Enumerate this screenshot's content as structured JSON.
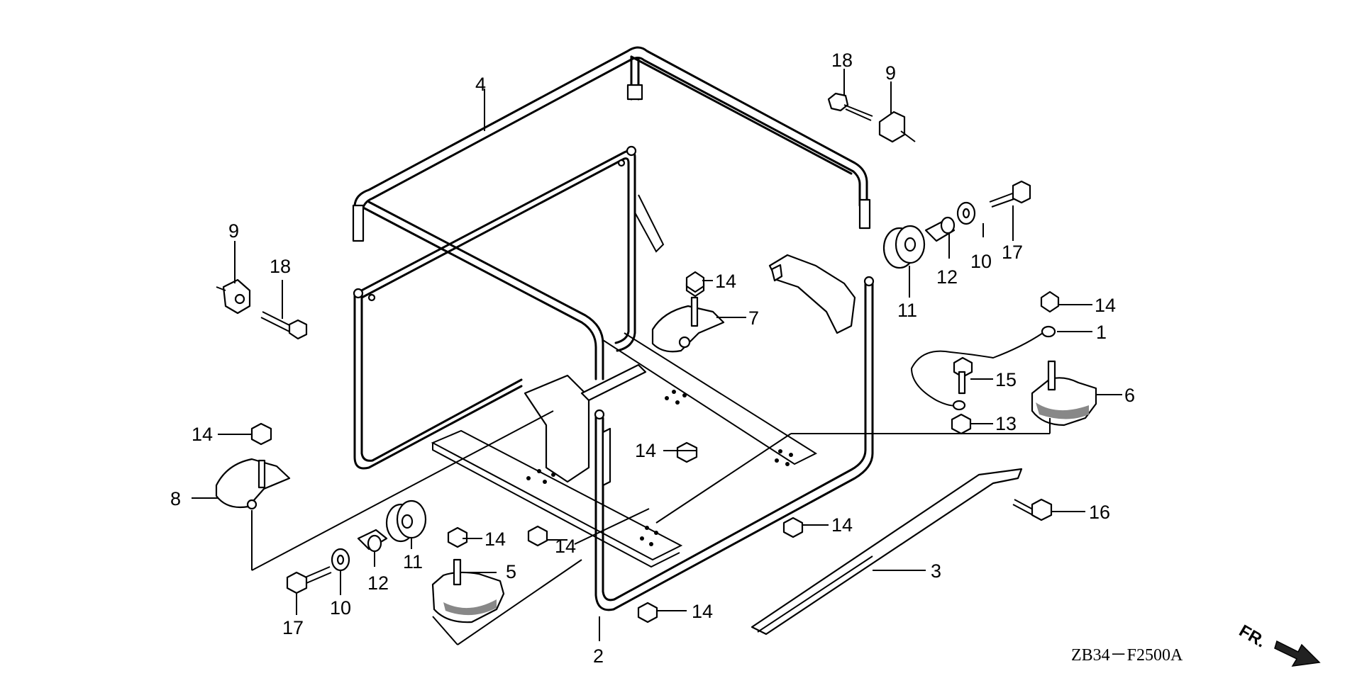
{
  "diagram": {
    "code": "ZB34－F2500A",
    "direction_label": "FR.",
    "callouts": [
      {
        "id": "c4",
        "text": "4"
      },
      {
        "id": "c18a",
        "text": "18"
      },
      {
        "id": "c9a",
        "text": "9"
      },
      {
        "id": "c9b",
        "text": "9"
      },
      {
        "id": "c18b",
        "text": "18"
      },
      {
        "id": "c17a",
        "text": "17"
      },
      {
        "id": "c10a",
        "text": "10"
      },
      {
        "id": "c12a",
        "text": "12"
      },
      {
        "id": "c11a",
        "text": "11"
      },
      {
        "id": "c14a",
        "text": "14"
      },
      {
        "id": "c7",
        "text": "7"
      },
      {
        "id": "c14b",
        "text": "14"
      },
      {
        "id": "c1",
        "text": "1"
      },
      {
        "id": "c15",
        "text": "15"
      },
      {
        "id": "c6",
        "text": "6"
      },
      {
        "id": "c13",
        "text": "13"
      },
      {
        "id": "c14c",
        "text": "14"
      },
      {
        "id": "c8",
        "text": "8"
      },
      {
        "id": "c14d",
        "text": "14"
      },
      {
        "id": "c16",
        "text": "16"
      },
      {
        "id": "c14e",
        "text": "14"
      },
      {
        "id": "c14f",
        "text": "14"
      },
      {
        "id": "c14g",
        "text": "14"
      },
      {
        "id": "c11b",
        "text": "11"
      },
      {
        "id": "c3",
        "text": "3"
      },
      {
        "id": "c5",
        "text": "5"
      },
      {
        "id": "c17b",
        "text": "17"
      },
      {
        "id": "c10b",
        "text": "10"
      },
      {
        "id": "c12b",
        "text": "12"
      },
      {
        "id": "c14h",
        "text": "14"
      },
      {
        "id": "c2",
        "text": "2"
      }
    ]
  }
}
